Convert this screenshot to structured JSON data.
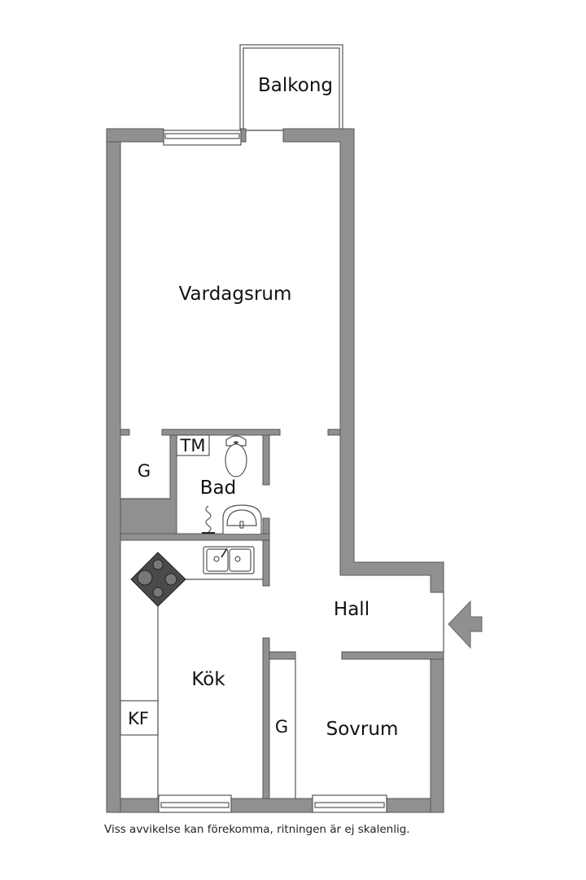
{
  "rooms": {
    "balkong": "Balkong",
    "vardagsrum": "Vardagsrum",
    "bad": "Bad",
    "tm": "TM",
    "g_upper": "G",
    "g_lower": "G",
    "hall": "Hall",
    "kok": "Kök",
    "kf": "KF",
    "sovrum": "Sovrum"
  },
  "footer": {
    "disclaimer": "Viss avvikelse kan förekomma, ritningen är ej skalenlig."
  },
  "icons": {
    "entrance": "entrance-arrow-icon",
    "stove": "stove-icon",
    "sink": "double-sink-icon",
    "toilet": "toilet-icon",
    "washbasin": "washbasin-icon",
    "towel_rail": "towel-rail-icon",
    "window": "window-icon"
  },
  "colors": {
    "wall": "#8f9191",
    "wall_outline": "#555555",
    "stove": "#4a4a4a",
    "background": "#ffffff"
  }
}
